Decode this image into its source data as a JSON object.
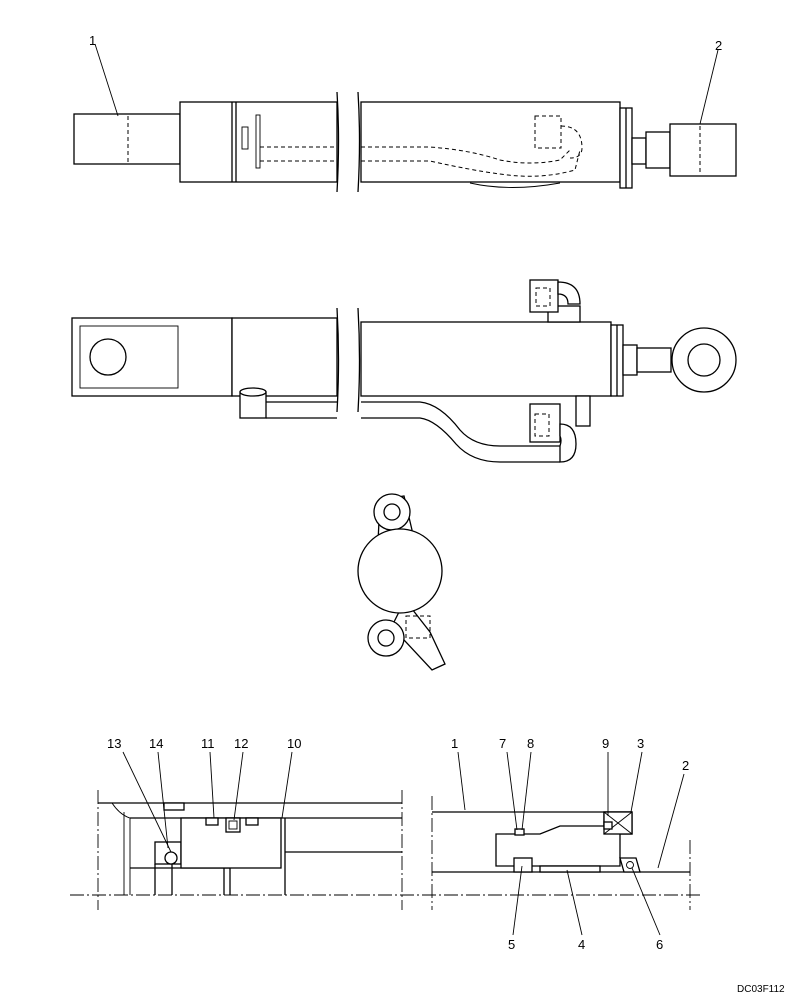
{
  "callouts": {
    "top_1": "1",
    "top_2": "2",
    "sec_13": "13",
    "sec_14": "14",
    "sec_11": "11",
    "sec_12": "12",
    "sec_10": "10",
    "sec_1": "1",
    "sec_7": "7",
    "sec_8": "8",
    "sec_9": "9",
    "sec_3": "3",
    "sec_2": "2",
    "sec_5": "5",
    "sec_4": "4",
    "sec_6": "6"
  },
  "drawing_code": "DC03F112"
}
